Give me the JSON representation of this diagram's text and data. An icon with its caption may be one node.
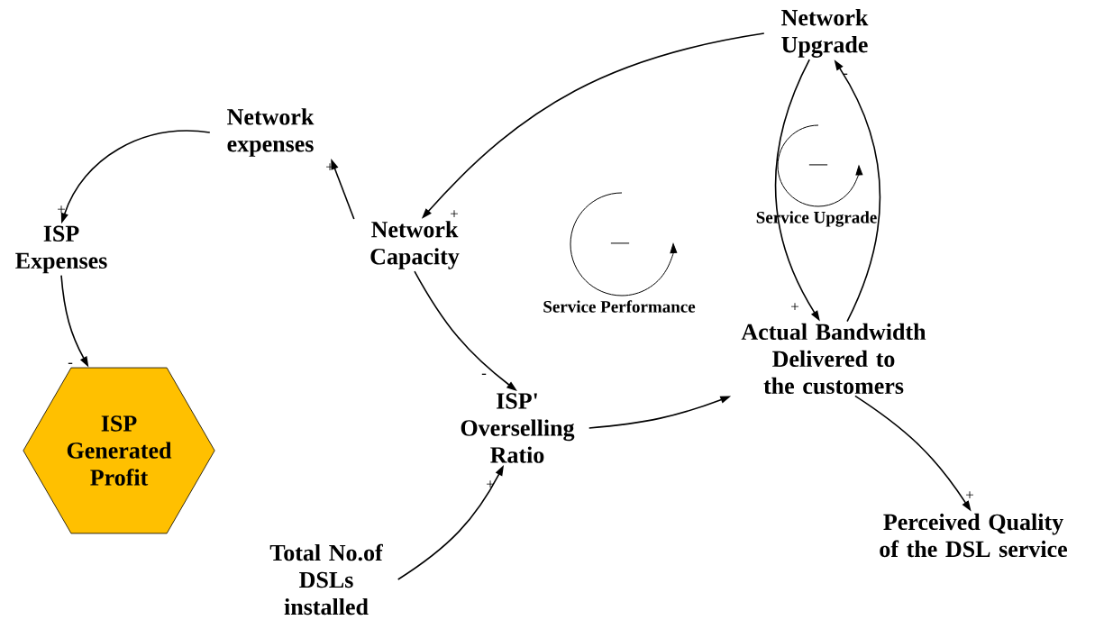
{
  "diagram": {
    "nodes": [
      {
        "text": [
          "Network Upgrade"
        ]
      },
      {
        "text": [
          "Network expenses"
        ]
      },
      {
        "text": [
          "ISP Expenses"
        ]
      },
      {
        "text": [
          "Network Capacity"
        ]
      },
      {
        "text": [
          "Actual Bandwidth Delivered to the customers"
        ]
      },
      {
        "text": [
          "ISP Generated Profit"
        ]
      },
      {
        "text": [
          "ISP' Overselling Ratio"
        ]
      },
      {
        "text": [
          "Perceived Quality of the DSL service"
        ]
      },
      {
        "text": [
          "Total No.of DSLs installed"
        ]
      }
    ],
    "edges": [
      {
        "from": 0,
        "to": 3,
        "arrow": "to",
        "label": "+"
      },
      {
        "from": 3,
        "to": 1,
        "arrow": "to",
        "label": "+"
      },
      {
        "from": 1,
        "to": 2,
        "arrow": "to",
        "label": "+"
      },
      {
        "from": 2,
        "to": 5,
        "arrow": "to",
        "label": "-"
      },
      {
        "from": 3,
        "to": 6,
        "arrow": "to",
        "label": "-"
      },
      {
        "from": 8,
        "to": 6,
        "arrow": "to",
        "label": "+"
      },
      {
        "from": 6,
        "to": 4,
        "arrow": "to"
      },
      {
        "from": 0,
        "to": 4,
        "arrow": "to",
        "label": "+"
      },
      {
        "from": 4,
        "to": 0,
        "arrow": "to",
        "label": "-"
      },
      {
        "from": 4,
        "to": 7,
        "arrow": "to",
        "label": "+"
      }
    ],
    "labels": [
      "—",
      "Service Performance",
      "—",
      "Service Upgrade"
    ]
  }
}
